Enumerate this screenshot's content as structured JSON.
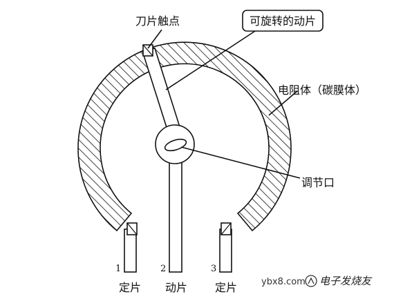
{
  "labels": {
    "blade_contact": "刀片触点",
    "rotating_blade": "可旋转的动片",
    "resistor_body": "电阻体（碳膜体）",
    "adjust_slot": "调节口"
  },
  "terminals": [
    {
      "number": "1",
      "name": "定片"
    },
    {
      "number": "2",
      "name": "动片"
    },
    {
      "number": "3",
      "name": "定片"
    }
  ],
  "watermark": {
    "domain": "ybx8.com",
    "cn_text": "电子发烧友"
  }
}
